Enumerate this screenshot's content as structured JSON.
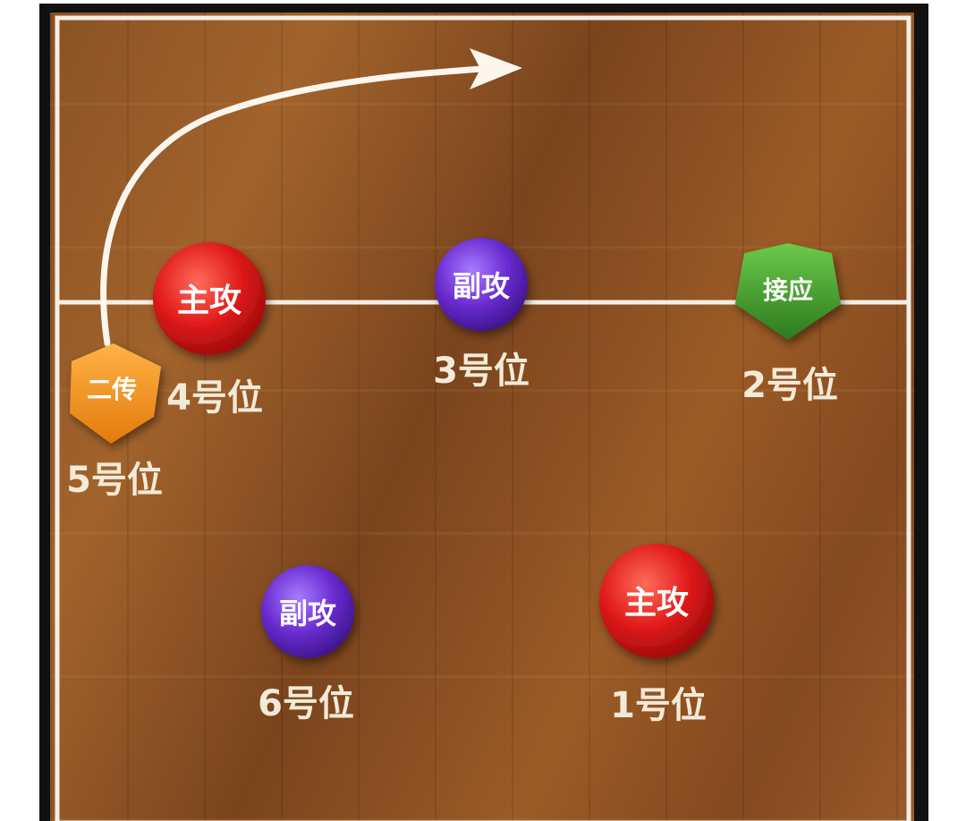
{
  "players": [
    {
      "id": "p4",
      "role": "主攻",
      "position": "4号位",
      "shape": "circle",
      "color": "#e01a1a"
    },
    {
      "id": "p3",
      "role": "副攻",
      "position": "3号位",
      "shape": "circle",
      "color": "#6a2bd0"
    },
    {
      "id": "p2",
      "role": "接应",
      "position": "2号位",
      "shape": "pentagon",
      "color": "#3e9a2a"
    },
    {
      "id": "p5",
      "role": "二传",
      "position": "5号位",
      "shape": "pentagon",
      "color": "#f0951a"
    },
    {
      "id": "p6",
      "role": "副攻",
      "position": "6号位",
      "shape": "circle",
      "color": "#6a2bd0"
    },
    {
      "id": "p1",
      "role": "主攻",
      "position": "1号位",
      "shape": "circle",
      "color": "#e01a1a"
    }
  ],
  "court": {
    "floor_color": "#8e5526",
    "line_color": "#f4efe6"
  },
  "arrow": {
    "color": "#fbf6ee"
  }
}
